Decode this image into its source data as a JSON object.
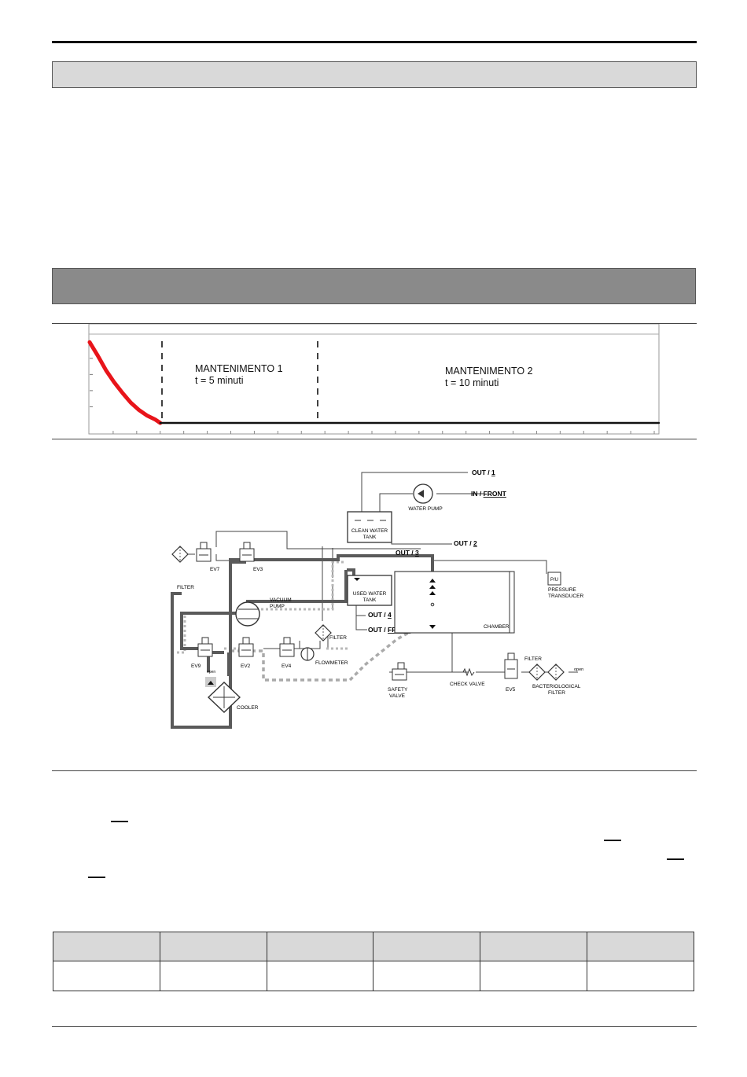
{
  "chart_data": {
    "type": "line",
    "title": "",
    "xlabel": "",
    "ylabel": "",
    "phases": [
      {
        "name": "MANTENIMENTO 1",
        "duration": "t = 5 minuti"
      },
      {
        "name": "MANTENIMENTO 2",
        "duration": "t = 10 minuti"
      }
    ],
    "series": [
      {
        "color": "#e8141a",
        "x": [
          0,
          0.35,
          0.7,
          1.05,
          1.4,
          1.75,
          2.1,
          2.45,
          2.8,
          3.0
        ],
        "y": [
          1.0,
          0.83,
          0.65,
          0.5,
          0.37,
          0.25,
          0.16,
          0.09,
          0.04,
          0.0
        ]
      },
      {
        "color": "#111111",
        "x": [
          3.0,
          8.0,
          18.0,
          24.2
        ],
        "y": [
          0.0,
          0.0,
          0.0,
          0.0
        ]
      }
    ],
    "xlim": [
      0,
      24.2
    ],
    "ylim": [
      0,
      1.1
    ]
  },
  "diagram": {
    "labels": {
      "out1": "OUT / ",
      "out1_num": "1",
      "in_front": "IN / ",
      "in_front_b": "FRONT",
      "water_pump": "WATER PUMP",
      "clean_tank_1": "CLEAN WATER",
      "clean_tank_2": "TANK",
      "out2": "OUT / ",
      "out2_num": "2",
      "out3": "OUT / ",
      "out3_num": "3",
      "ev7": "EV7",
      "ev3": "EV3",
      "filter_left": "FILTER",
      "used_tank_1": "USED WATER",
      "used_tank_2": "TANK",
      "pressure_1": "PRESSURE",
      "pressure_2": "TRANSDUCER",
      "pu": "P/U",
      "vacuum_1": "VACUUM",
      "vacuum_2": "PUMP",
      "out4": "OUT / ",
      "out4_num": "4",
      "out_front": "OUT / ",
      "out_front_b": "FRONT",
      "filter_mid": "FILTER",
      "chamber": "CHAMBER",
      "flowmeter": "FLOWMETER",
      "ev9": "EV9",
      "ev2": "EV2",
      "ev4": "EV4",
      "open_small": "open",
      "cooler": "COOLER",
      "safety_1": "SAFETY",
      "safety_2": "VALVE",
      "check_valve": "CHECK VALVE",
      "ev5": "EV5",
      "filter_right": "FILTER",
      "bact_1": "BACTERIOLOGICAL",
      "bact_2": "FILTER",
      "open_right": "open"
    }
  }
}
